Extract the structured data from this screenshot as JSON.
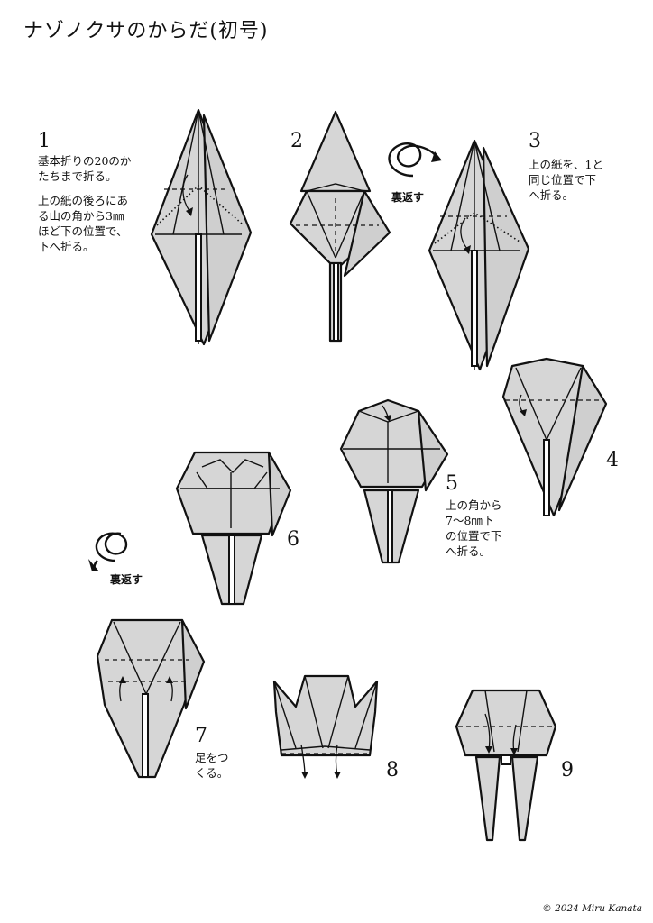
{
  "title": "ナゾノクサのからだ(初号)",
  "flip_label": "裏返す",
  "copyright": "© 2024 Miru Kanata",
  "steps": [
    {
      "number": "1",
      "lines": [
        "基本折りの20のか",
        "たちまで折る。",
        "上の紙の後ろにあ",
        "る山の角から3㎜",
        "ほど下の位置で、",
        "下へ折る。"
      ]
    },
    {
      "number": "2",
      "lines": []
    },
    {
      "number": "3",
      "lines": [
        "上の紙を、1と",
        "同じ位置で下",
        "へ折る。"
      ]
    },
    {
      "number": "4",
      "lines": []
    },
    {
      "number": "5",
      "lines": [
        "上の角から",
        "7～8㎜下",
        "の位置で下",
        "へ折る。"
      ]
    },
    {
      "number": "6",
      "lines": []
    },
    {
      "number": "7",
      "lines": [
        "足をつ",
        "くる。"
      ]
    },
    {
      "number": "8",
      "lines": []
    },
    {
      "number": "9",
      "lines": []
    }
  ],
  "colors": {
    "paper": "#d6d6d6",
    "line": "#111111",
    "background": "#ffffff"
  },
  "icons": [
    "flip-over-icon",
    "fold-arrow-icon"
  ]
}
